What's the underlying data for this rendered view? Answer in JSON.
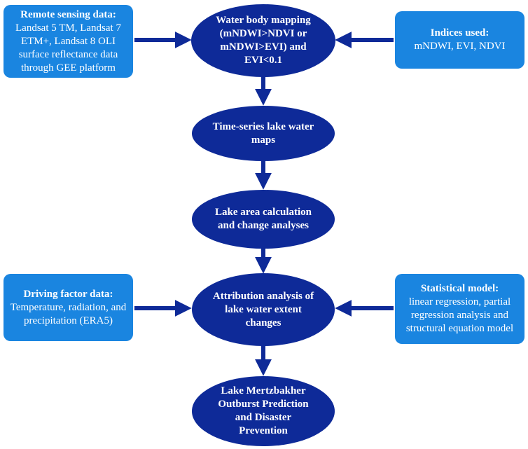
{
  "colors": {
    "box": "#1a85e0",
    "ellipse": "#0e2a98",
    "arrow": "#0e2a98"
  },
  "boxes": {
    "remote_sensing": {
      "heading": "Remote sensing data:",
      "body": "Landsat 5 TM, Landsat 7 ETM+, Landsat 8 OLI surface reflectance data through GEE platform"
    },
    "indices": {
      "heading": "Indices used:",
      "body": "mNDWI, EVI, NDVI"
    },
    "driving_factor": {
      "heading": "Driving factor data:",
      "body": "Temperature, radiation, and precipitation (ERA5)"
    },
    "statistical_model": {
      "heading": "Statistical model:",
      "body": "linear regression, partial regression analysis and structural equation model"
    }
  },
  "steps": {
    "water_body_mapping": "Water body mapping (mNDWI>NDVI or mNDWI>EVI) and EVI<0.1",
    "time_series": "Time-series lake water maps",
    "area_calculation": "Lake area calculation and change analyses",
    "attribution": "Attribution analysis of lake water extent changes",
    "prediction": "Lake Mertzbakher Outburst Prediction and Disaster Prevention"
  }
}
